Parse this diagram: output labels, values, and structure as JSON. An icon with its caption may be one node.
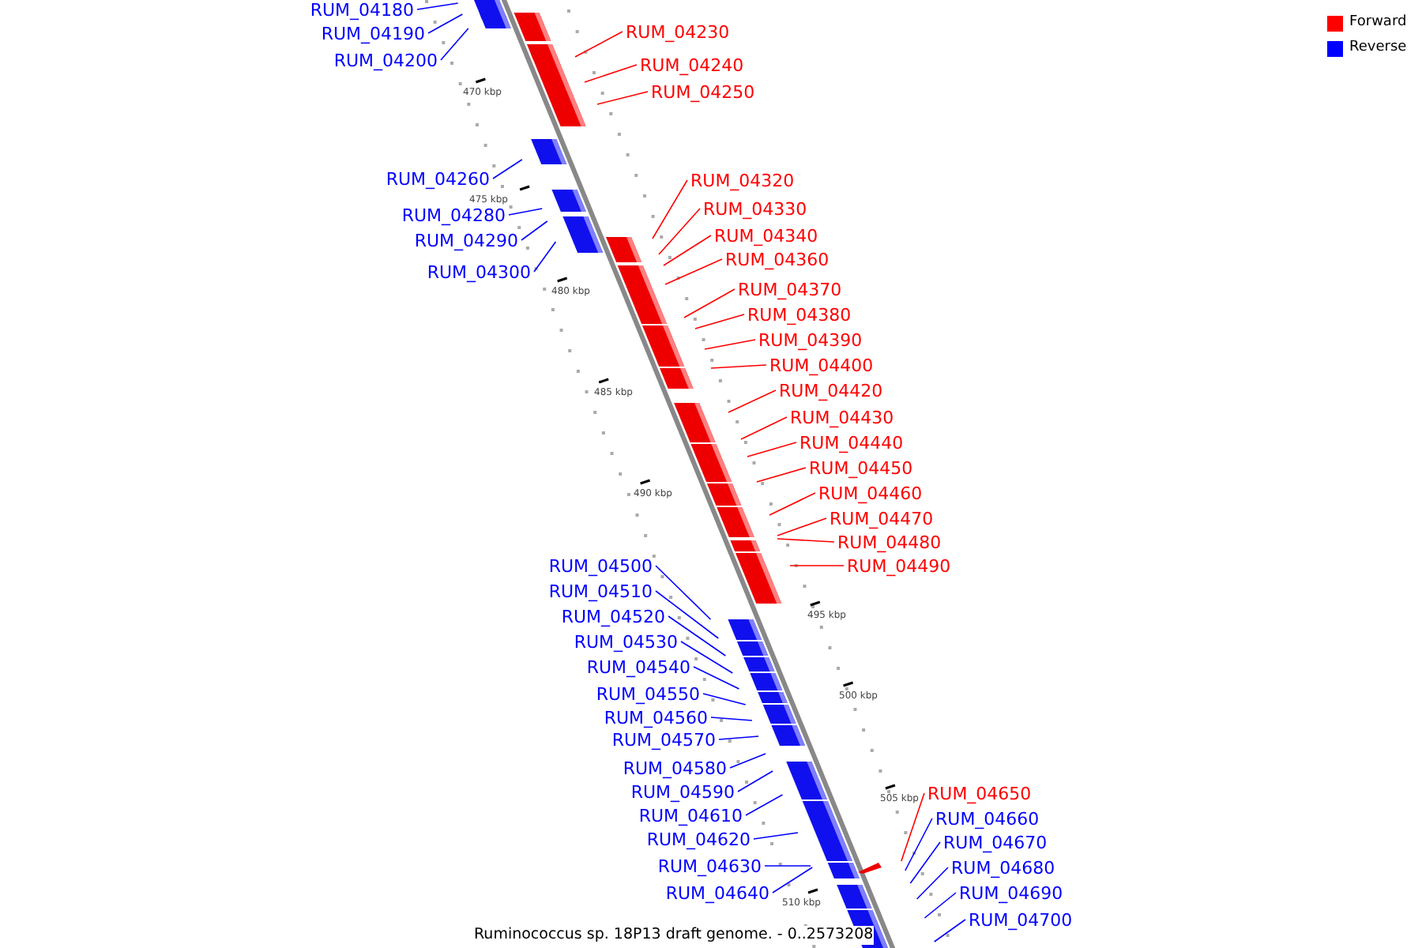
{
  "diagram": {
    "caption": "Ruminococcus sp. 18P13 draft genome. - 0..2573208",
    "nodes": [
      {
        "text": [
          "RUM_04180"
        ]
      },
      {
        "text": [
          "RUM_04190"
        ]
      },
      {
        "text": [
          "RUM_04200"
        ]
      },
      {
        "text": [
          "RUM_04230"
        ]
      },
      {
        "text": [
          "RUM_04240"
        ]
      },
      {
        "text": [
          "RUM_04250"
        ]
      },
      {
        "text": [
          "RUM_04260"
        ]
      },
      {
        "text": [
          "RUM_04280"
        ]
      },
      {
        "text": [
          "RUM_04290"
        ]
      },
      {
        "text": [
          "RUM_04300"
        ]
      },
      {
        "text": [
          "RUM_04320"
        ]
      },
      {
        "text": [
          "RUM_04330"
        ]
      },
      {
        "text": [
          "RUM_04340"
        ]
      },
      {
        "text": [
          "RUM_04360"
        ]
      },
      {
        "text": [
          "RUM_04370"
        ]
      },
      {
        "text": [
          "RUM_04380"
        ]
      },
      {
        "text": [
          "RUM_04390"
        ]
      },
      {
        "text": [
          "RUM_04400"
        ]
      },
      {
        "text": [
          "RUM_04420"
        ]
      },
      {
        "text": [
          "RUM_04430"
        ]
      },
      {
        "text": [
          "RUM_04440"
        ]
      },
      {
        "text": [
          "RUM_04450"
        ]
      },
      {
        "text": [
          "RUM_04460"
        ]
      },
      {
        "text": [
          "RUM_04470"
        ]
      },
      {
        "text": [
          "RUM_04480"
        ]
      },
      {
        "text": [
          "RUM_04490"
        ]
      },
      {
        "text": [
          "RUM_04500"
        ]
      },
      {
        "text": [
          "RUM_04510"
        ]
      },
      {
        "text": [
          "RUM_04520"
        ]
      },
      {
        "text": [
          "RUM_04530"
        ]
      },
      {
        "text": [
          "RUM_04540"
        ]
      },
      {
        "text": [
          "RUM_04550"
        ]
      },
      {
        "text": [
          "RUM_04560"
        ]
      },
      {
        "text": [
          "RUM_04570"
        ]
      },
      {
        "text": [
          "RUM_04580"
        ]
      },
      {
        "text": [
          "RUM_04590"
        ]
      },
      {
        "text": [
          "RUM_04610"
        ]
      },
      {
        "text": [
          "RUM_04620"
        ]
      },
      {
        "text": [
          "RUM_04630"
        ]
      },
      {
        "text": [
          "RUM_04640"
        ]
      },
      {
        "text": [
          "RUM_04650"
        ]
      },
      {
        "text": [
          "RUM_04660"
        ]
      },
      {
        "text": [
          "RUM_04670"
        ]
      },
      {
        "text": [
          "RUM_04680"
        ]
      },
      {
        "text": [
          "RUM_04690"
        ]
      },
      {
        "text": [
          "RUM_04700"
        ]
      }
    ],
    "edges": [
      {
        "from": 0,
        "to": null,
        "arrow": "none"
      },
      {
        "from": 1,
        "to": null,
        "arrow": "none"
      },
      {
        "from": 2,
        "to": null,
        "arrow": "none"
      },
      {
        "from": 3,
        "to": null,
        "arrow": "none",
        "color": "#ff0000"
      },
      {
        "from": 4,
        "to": null,
        "arrow": "none",
        "color": "#ff0000"
      },
      {
        "from": 5,
        "to": null,
        "arrow": "none",
        "color": "#ff0000"
      },
      {
        "from": 6,
        "to": null,
        "arrow": "none"
      },
      {
        "from": 7,
        "to": null,
        "arrow": "none"
      },
      {
        "from": 8,
        "to": null,
        "arrow": "none"
      },
      {
        "from": 9,
        "to": null,
        "arrow": "none"
      },
      {
        "from": 10,
        "to": null,
        "arrow": "none",
        "color": "#ff0000"
      },
      {
        "from": 11,
        "to": null,
        "arrow": "none",
        "color": "#ff0000"
      },
      {
        "from": 12,
        "to": null,
        "arrow": "none",
        "color": "#ff0000"
      },
      {
        "from": 13,
        "to": null,
        "arrow": "none",
        "color": "#ff0000"
      },
      {
        "from": 14,
        "to": null,
        "arrow": "none",
        "color": "#ff0000"
      },
      {
        "from": 15,
        "to": null,
        "arrow": "none",
        "color": "#ff0000"
      },
      {
        "from": 16,
        "to": null,
        "arrow": "none",
        "color": "#ff0000"
      },
      {
        "from": 17,
        "to": null,
        "arrow": "none",
        "color": "#ff0000"
      },
      {
        "from": 18,
        "to": null,
        "arrow": "none",
        "color": "#ff0000"
      },
      {
        "from": 19,
        "to": null,
        "arrow": "none",
        "color": "#ff0000"
      },
      {
        "from": 20,
        "to": null,
        "arrow": "none",
        "color": "#ff0000"
      },
      {
        "from": 21,
        "to": null,
        "arrow": "none",
        "color": "#ff0000"
      },
      {
        "from": 22,
        "to": null,
        "arrow": "none",
        "color": "#ff0000"
      },
      {
        "from": 23,
        "to": null,
        "arrow": "none",
        "color": "#ff0000"
      },
      {
        "from": 24,
        "to": null,
        "arrow": "none",
        "color": "#ff0000"
      },
      {
        "from": 25,
        "to": null,
        "arrow": "none",
        "color": "#ff0000"
      },
      {
        "from": 26,
        "to": null,
        "arrow": "none"
      },
      {
        "from": 27,
        "to": null,
        "arrow": "none"
      },
      {
        "from": 28,
        "to": null,
        "arrow": "none"
      },
      {
        "from": 29,
        "to": null,
        "arrow": "none"
      },
      {
        "from": 30,
        "to": null,
        "arrow": "none"
      },
      {
        "from": 31,
        "to": null,
        "arrow": "none"
      },
      {
        "from": 32,
        "to": null,
        "arrow": "none"
      },
      {
        "from": 33,
        "to": null,
        "arrow": "none"
      },
      {
        "from": 34,
        "to": null,
        "arrow": "none"
      },
      {
        "from": 35,
        "to": null,
        "arrow": "none"
      },
      {
        "from": 36,
        "to": null,
        "arrow": "none"
      },
      {
        "from": 37,
        "to": null,
        "arrow": "none"
      },
      {
        "from": 38,
        "to": null,
        "arrow": "none"
      },
      {
        "from": 39,
        "to": null,
        "arrow": "none"
      },
      {
        "from": 40,
        "to": null,
        "arrow": "none",
        "color": "#ff0000"
      },
      {
        "from": 41,
        "to": null,
        "arrow": "none"
      },
      {
        "from": 42,
        "to": null,
        "arrow": "none"
      },
      {
        "from": 43,
        "to": null,
        "arrow": "none"
      },
      {
        "from": 44,
        "to": null,
        "arrow": "none"
      },
      {
        "from": 45,
        "to": null,
        "arrow": "none"
      }
    ],
    "labels": [
      "470 kbp",
      "475 kbp",
      "480 kbp",
      "485 kbp",
      "490 kbp",
      "495 kbp",
      "500 kbp",
      "505 kbp",
      "510 kbp"
    ],
    "legend": [
      {
        "text": "Forward",
        "color": "#ff0000"
      },
      {
        "text": "Reverse",
        "color": "#0000ff"
      }
    ]
  }
}
